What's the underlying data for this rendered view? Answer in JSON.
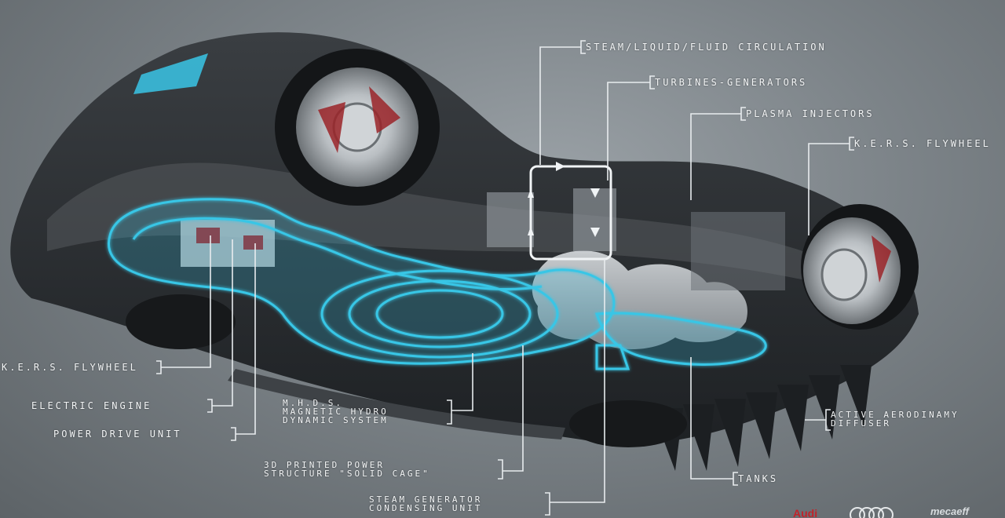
{
  "labels": {
    "steam_circulation": "STEAM/LIQUID/FLUID CIRCULATION",
    "turbines": "TURBINES-GENERATORS",
    "plasma": "PLASMA INJECTORS",
    "kers_right": "K.E.R.S. FLYWHEEL",
    "kers_left": "K.E.R.S. FLYWHEEL",
    "electric_engine": "ELECTRIC ENGINE",
    "power_drive": "POWER DRIVE UNIT",
    "mhds_line1": "M.H.D.S.",
    "mhds_line2": "MAGNETIC HYDRO",
    "mhds_line3": "DYNAMIC SYSTEM",
    "printed_line1": "3D PRINTED POWER",
    "printed_line2": "STRUCTURE \"SOLID CAGE\"",
    "steam_gen_line1": "STEAM GENERATOR",
    "steam_gen_line2": "CONDENSING UNIT",
    "active_line1": "ACTIVE AERODINAMY",
    "active_line2": "DIFFUSER",
    "tanks": "TANKS"
  },
  "colors": {
    "background": "#7c8388",
    "car_body": "#2a2d30",
    "glow": "#39c6e6",
    "callout_line": "#e8ecee"
  },
  "footer": {
    "brand_text": "mecaeff"
  }
}
